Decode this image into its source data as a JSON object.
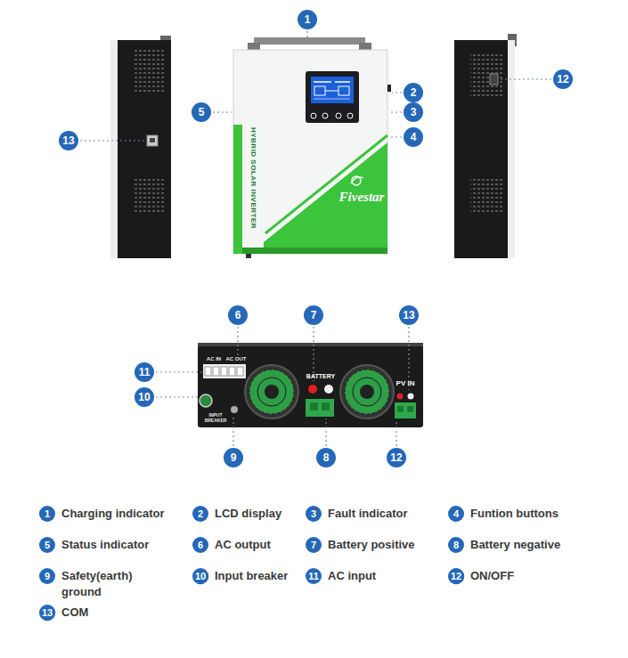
{
  "diagram": {
    "nodes": [
      {
        "text": [
          "1"
        ]
      },
      {
        "text": [
          "12"
        ]
      },
      {
        "text": [
          "2"
        ]
      },
      {
        "text": [
          "5"
        ]
      },
      {
        "text": [
          "3"
        ]
      },
      {
        "text": [
          "4"
        ]
      },
      {
        "text": [
          "13"
        ]
      },
      {
        "text": [
          "6"
        ]
      },
      {
        "text": [
          "7"
        ]
      },
      {
        "text": [
          "13"
        ]
      },
      {
        "text": [
          "11"
        ]
      },
      {
        "text": [
          "10"
        ]
      },
      {
        "text": [
          "8"
        ]
      },
      {
        "text": [
          "9"
        ]
      },
      {
        "text": [
          "12"
        ]
      },
      {
        "text": [
          "1"
        ]
      },
      {
        "text": [
          "2"
        ]
      },
      {
        "text": [
          "3"
        ]
      },
      {
        "text": [
          "4"
        ]
      },
      {
        "text": [
          "5"
        ]
      },
      {
        "text": [
          "6"
        ]
      },
      {
        "text": [
          "7"
        ]
      },
      {
        "text": [
          "8"
        ]
      },
      {
        "text": [
          "9"
        ]
      },
      {
        "text": [
          "10"
        ]
      },
      {
        "text": [
          "11"
        ]
      },
      {
        "text": [
          "12"
        ]
      },
      {
        "text": [
          "13"
        ]
      }
    ],
    "labels": [
      "HYBRID SOLAR INVERTER",
      "Fivestar",
      "AC IN",
      "AC OUT",
      "INPUT BREAKER",
      "BATTERY",
      "PV IN",
      "Charging indicator",
      "LCD display",
      "Fault indicator",
      "Funtion buttons",
      "Status indicator",
      "AC output",
      "Battery positive",
      "Battery negative",
      "Safety(earth) ground",
      "Input breaker",
      "AC input",
      "ON/OFF",
      "COM"
    ]
  }
}
